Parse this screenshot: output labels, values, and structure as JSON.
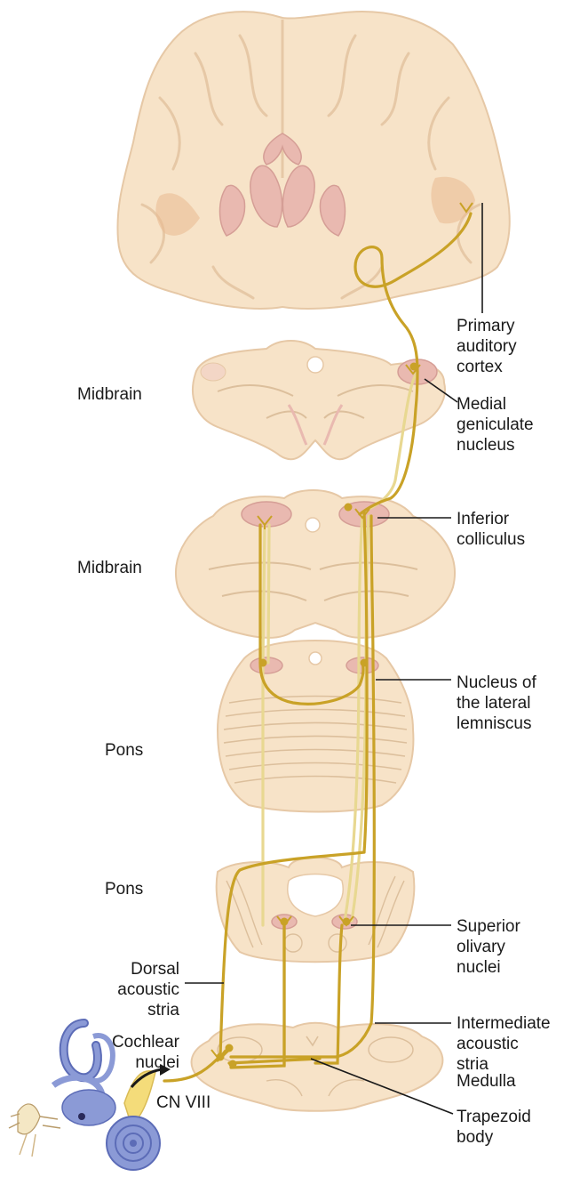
{
  "labels": {
    "primary_auditory_cortex": "Primary\nauditory\ncortex",
    "medial_geniculate_nucleus": "Medial\ngeniculate\nnucleus",
    "inferior_colliculus": "Inferior\ncolliculus",
    "nucleus_lateral_lemniscus": "Nucleus of\nthe lateral\nlemniscus",
    "superior_olivary_nuclei": "Superior\nolivary\nnuclei",
    "intermediate_acoustic_stria": "Intermediate\nacoustic\nstria",
    "medulla": "Medulla",
    "trapezoid_body": "Trapezoid\nbody",
    "midbrain_upper": "Midbrain",
    "midbrain_lower": "Midbrain",
    "pons_upper": "Pons",
    "pons_lower": "Pons",
    "dorsal_acoustic_stria": "Dorsal\nacoustic\nstria",
    "cochlear_nuclei": "Cochlear\nnuclei",
    "cn_viii": "CN VIII"
  },
  "colors": {
    "tissue": "#f7e3c8",
    "tissue_edge": "#e6c8a6",
    "tissue_line": "#dcbf9c",
    "nucleus": "#e9b9b0",
    "ventricle": "#ffffff",
    "gray_matter": "#e9b98f",
    "pathway_dark": "#c9a227",
    "pathway_light": "#e8d891",
    "ear": "#8b9ad6",
    "ear_dark": "#5c6cb7",
    "ossicle": "#f4e7c4",
    "nerve": "#f4dc7a",
    "leader": "#1a1a1a"
  }
}
